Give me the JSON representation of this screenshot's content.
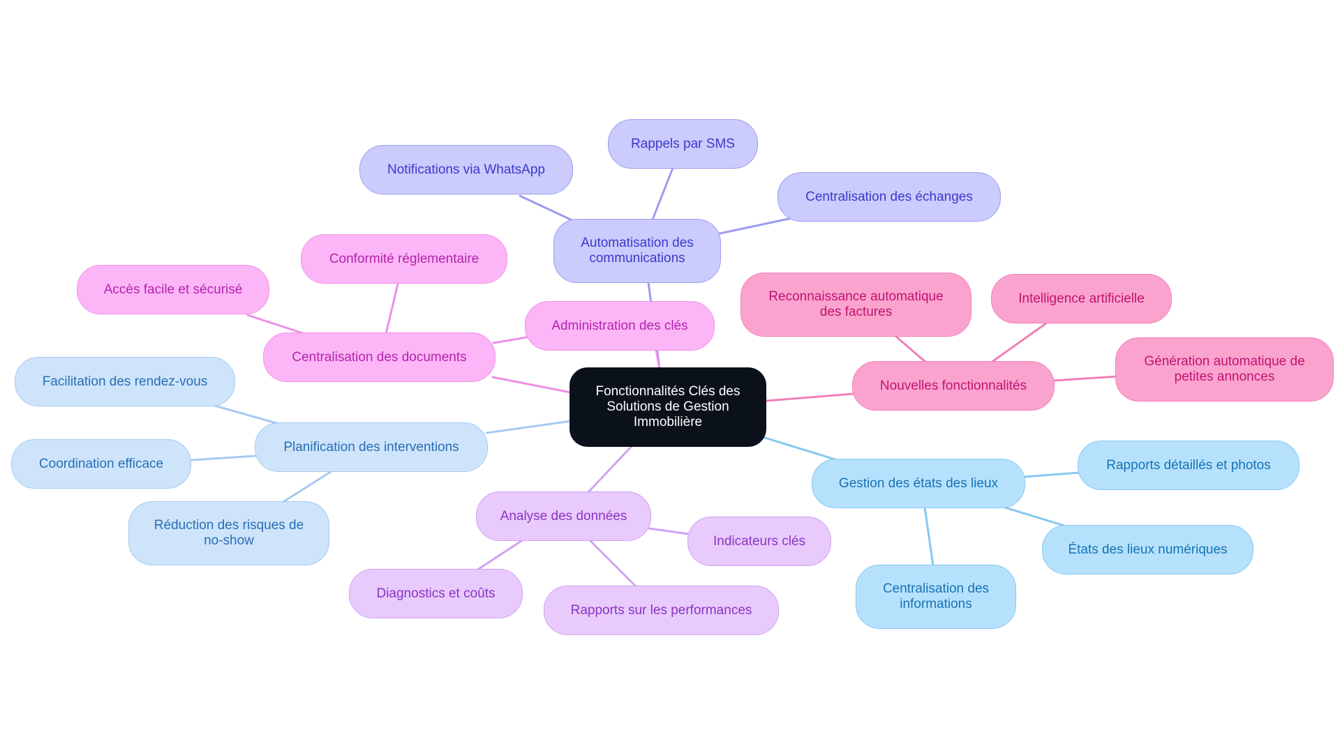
{
  "root": "Fonctionnalités Clés des Solutions de Gestion Immobilière",
  "branches": [
    {
      "label": "Automatisation des communications",
      "children": [
        "Notifications via WhatsApp",
        "Rappels par SMS",
        "Centralisation des échanges"
      ]
    },
    {
      "label": "Administration des clés",
      "children": []
    },
    {
      "label": "Centralisation des documents",
      "children": [
        "Conformité réglementaire",
        "Accès facile et sécurisé"
      ]
    },
    {
      "label": "Nouvelles fonctionnalités",
      "children": [
        "Reconnaissance automatique des factures",
        "Intelligence artificielle",
        "Génération automatique de petites annonces"
      ]
    },
    {
      "label": "Planification des interventions",
      "children": [
        "Facilitation des rendez-vous",
        "Coordination efficace",
        "Réduction des risques de no-show"
      ]
    },
    {
      "label": "Gestion des états des lieux",
      "children": [
        "Rapports détaillés et photos",
        "États des lieux numériques",
        "Centralisation des informations"
      ]
    },
    {
      "label": "Analyse des données",
      "children": [
        "Indicateurs clés",
        "Diagnostics et coûts",
        "Rapports sur les performances"
      ]
    }
  ],
  "colors": {
    "root": "#0b111a",
    "indigo": "#cbcbfd",
    "pink": "#fcb6f7",
    "rose": "#fba3cf",
    "light_blue": "#cde4fb",
    "sky": "#b6e1fd",
    "violet": "#e8cafc"
  }
}
